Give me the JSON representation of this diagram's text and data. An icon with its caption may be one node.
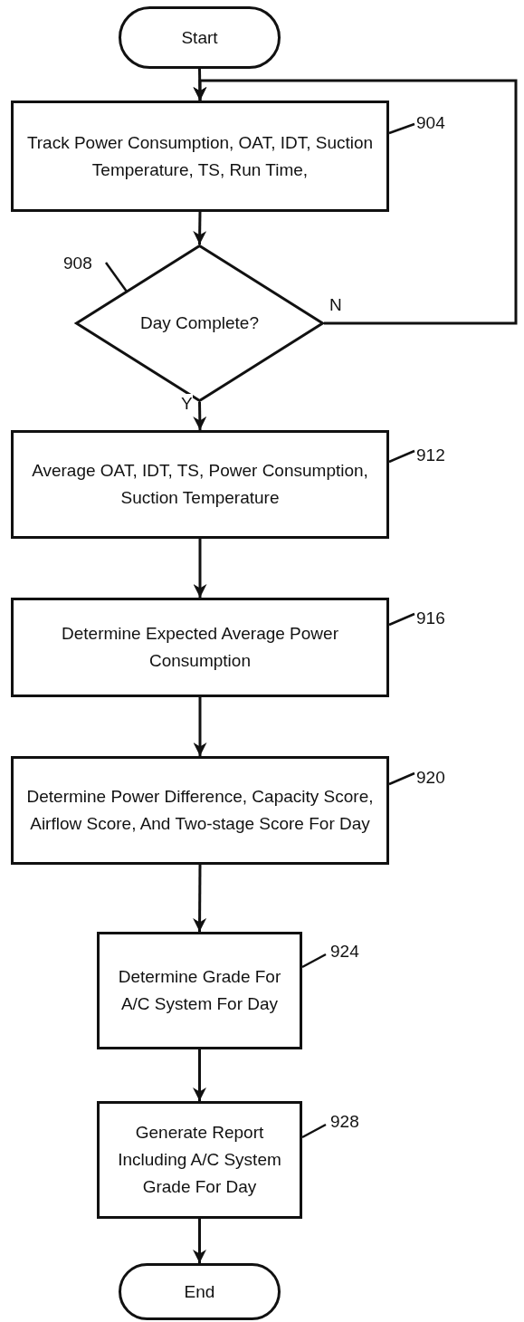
{
  "diagram": {
    "nodes": [
      {
        "text": [
          "Start"
        ]
      },
      {
        "text": [
          "Track Power Consumption, OAT, IDT, Suction Temperature, TS, Run Time,"
        ],
        "beside": [
          "904"
        ]
      },
      {
        "text": [
          "Day Complete?"
        ],
        "beside": [
          "908"
        ]
      },
      {
        "text": [
          "Average OAT, IDT, TS, Power Consumption, Suction Temperature"
        ],
        "beside": [
          "912"
        ]
      },
      {
        "text": [
          "Determine Expected Average Power Consumption"
        ],
        "beside": [
          "916"
        ]
      },
      {
        "text": [
          "Determine Power Difference, Capacity Score, Airflow Score, And Two-stage Score For Day"
        ],
        "beside": [
          "920"
        ]
      },
      {
        "text": [
          "Determine Grade For A/C System For Day"
        ],
        "beside": [
          "924"
        ]
      },
      {
        "text": [
          "Generate Report Including A/C System Grade For Day"
        ],
        "beside": [
          "928"
        ]
      },
      {
        "text": [
          "End"
        ]
      }
    ],
    "edges": [
      {
        "from": 0,
        "to": 1,
        "arrow": "to"
      },
      {
        "from": 1,
        "to": 2,
        "arrow": "to"
      },
      {
        "from": 2,
        "to": 3,
        "arrow": "to",
        "label": "Y"
      },
      {
        "from": 2,
        "to": 1,
        "arrow": "to",
        "label": "N"
      },
      {
        "from": 3,
        "to": 4,
        "arrow": "to"
      },
      {
        "from": 4,
        "to": 5,
        "arrow": "to"
      },
      {
        "from": 5,
        "to": 6,
        "arrow": "to"
      },
      {
        "from": 6,
        "to": 7,
        "arrow": "to"
      },
      {
        "from": 7,
        "to": 8,
        "arrow": "to"
      }
    ]
  }
}
